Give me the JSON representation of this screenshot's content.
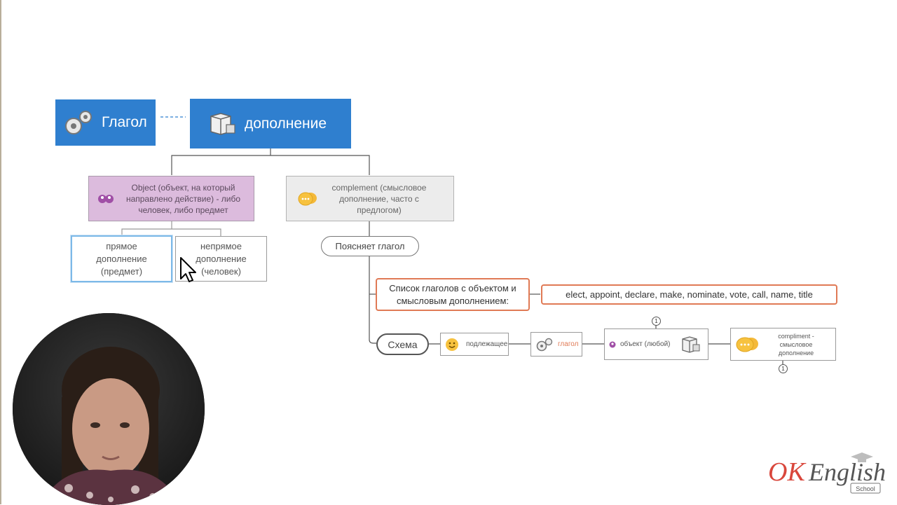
{
  "verb_topic": {
    "label": "Глагол",
    "icon": "gears-icon"
  },
  "object_topic": {
    "label": "дополнение",
    "icon": "box-icon"
  },
  "object_node": {
    "text": "Object (объект, на который направлено действие) - либо человек, либо предмет",
    "icon": "people-icon"
  },
  "complement_node": {
    "text": "complement (смысловое дополнение, часто с предлогом)",
    "icon": "speech-bubbles-icon"
  },
  "direct_object": "прямое дополнение (предмет)",
  "indirect_object": "непрямое дополнение (человек)",
  "explains_verb": "Поясняет глагол",
  "verb_list_label": "Список глаголов с объектом и смысловым дополнением:",
  "verb_list_values": "elect, appoint, declare, make, nominate, vote, call, name, title",
  "scheme": {
    "label": "Схема",
    "subject": "подлежащее",
    "verb": "глагол",
    "object": "объект (любой)",
    "complement": "compliment - смысловое дополнение",
    "marker_top": "1",
    "marker_bottom": "1"
  },
  "logo": {
    "main": "OK English",
    "sub": "School"
  },
  "colors": {
    "blue": "#2f7fcf",
    "purple": "#dcbbdd",
    "orange": "#e07a55",
    "brand_red": "#d9473c"
  }
}
